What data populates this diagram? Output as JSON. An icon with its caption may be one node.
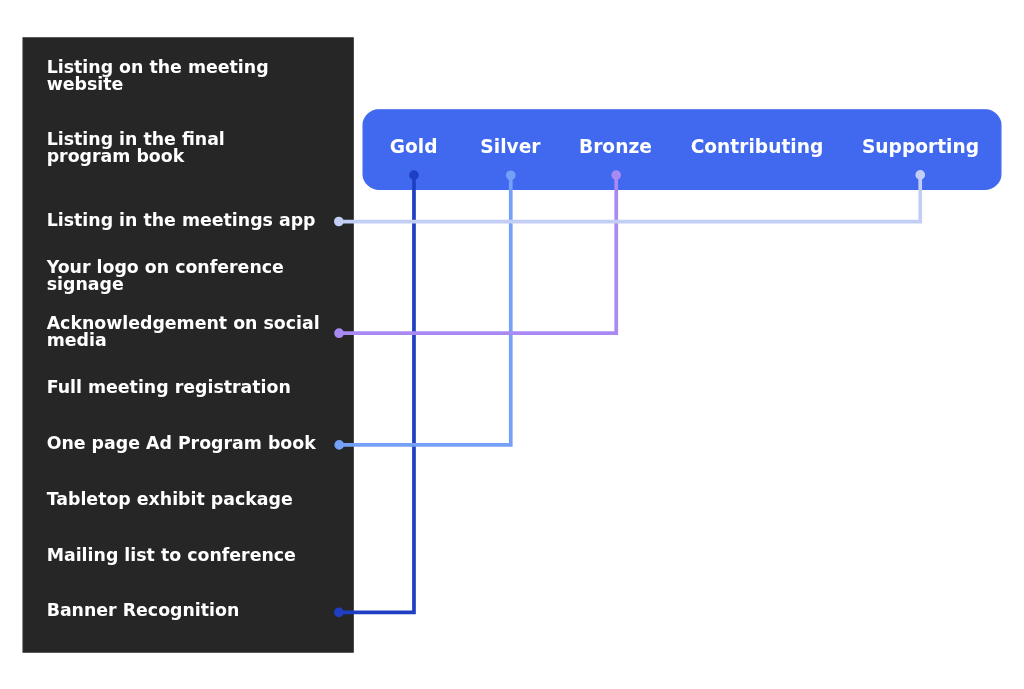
{
  "diagram": {
    "nodes": [
      {
        "text": [],
        "shape": "bar"
      },
      {
        "text": [
          "Gold"
        ],
        "in": 0
      },
      {
        "text": [
          "Silver"
        ],
        "in": 0
      },
      {
        "text": [
          "Bronze"
        ],
        "in": 0
      },
      {
        "text": [
          "Contributing"
        ],
        "in": 0
      },
      {
        "text": [
          "Supporting"
        ],
        "in": 0
      },
      {
        "text": [],
        "shape": "box"
      },
      {
        "text": [
          "Listing on the meeting website"
        ],
        "in": 6
      },
      {
        "text": [
          "Listing in the final program book"
        ],
        "in": 6
      },
      {
        "text": [
          "Listing in the meetings app"
        ],
        "in": 6
      },
      {
        "text": [
          "Your logo on conference signage"
        ],
        "in": 6
      },
      {
        "text": [
          "Acknowledgement on social media"
        ],
        "in": 6
      },
      {
        "text": [
          "Full meeting registration"
        ],
        "in": 6
      },
      {
        "text": [
          "One page Ad Program book"
        ],
        "in": 6
      },
      {
        "text": [
          "Tabletop exhibit package"
        ],
        "in": 6
      },
      {
        "text": [
          "Mailing list to conference"
        ],
        "in": 6
      },
      {
        "text": [
          "Banner Recognition"
        ],
        "in": 6
      }
    ],
    "edges": [
      {
        "from": 1,
        "to": 16,
        "arrow": "other",
        "color": "#1e3fc4"
      },
      {
        "from": 2,
        "to": 13,
        "arrow": "other",
        "color": "#74a0f7"
      },
      {
        "from": 3,
        "to": 11,
        "arrow": "other",
        "color": "#a98af2"
      },
      {
        "from": 5,
        "to": 9,
        "arrow": "other",
        "color": "#c3cef5"
      }
    ]
  }
}
